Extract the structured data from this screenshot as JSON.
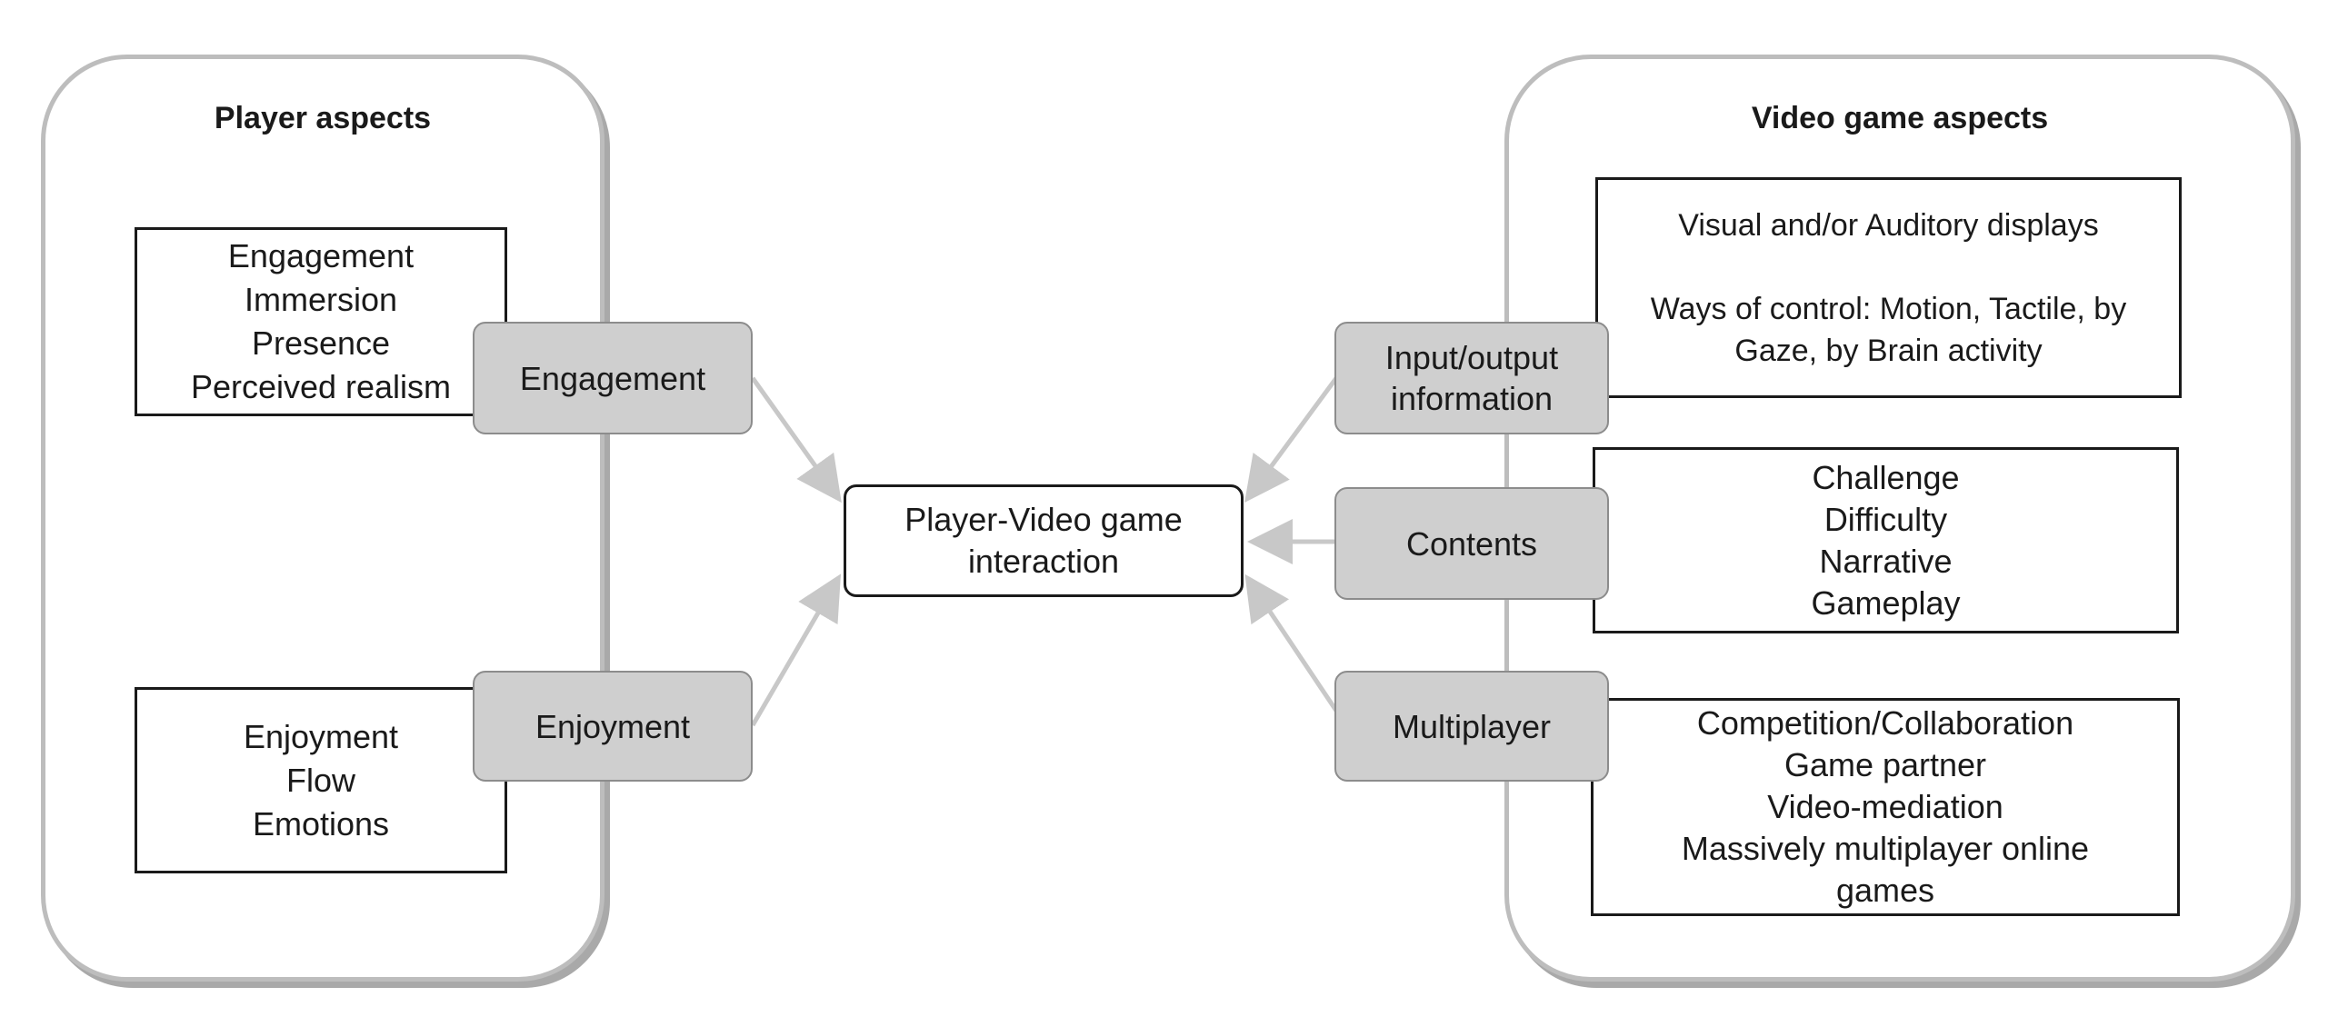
{
  "left_panel": {
    "title": "Player aspects",
    "engagement_box": [
      "Engagement",
      "Immersion",
      "Presence",
      "Perceived realism"
    ],
    "enjoyment_box": [
      "Enjoyment",
      "Flow",
      "Emotions"
    ],
    "tags": {
      "engagement": "Engagement",
      "enjoyment": "Enjoyment"
    }
  },
  "center": {
    "lines": [
      "Player-Video game",
      "interaction"
    ]
  },
  "right_panel": {
    "title": "Video game aspects",
    "io_box": [
      "Visual and/or Auditory displays",
      "",
      "Ways of control: Motion, Tactile, by",
      "Gaze, by Brain activity"
    ],
    "contents_box": [
      "Challenge",
      "Difficulty",
      "Narrative",
      "Gameplay"
    ],
    "multiplayer_box": [
      "Competition/Collaboration",
      "Game partner",
      "Video-mediation",
      "Massively multiplayer online",
      "games"
    ],
    "tags": {
      "io": [
        "Input/output",
        "information"
      ],
      "contents": "Contents",
      "multiplayer": "Multiplayer"
    }
  },
  "colors": {
    "tag_fill": "#cfcfcf",
    "arrow": "#c8c8c8",
    "panel_border": "#bdbdbd"
  }
}
